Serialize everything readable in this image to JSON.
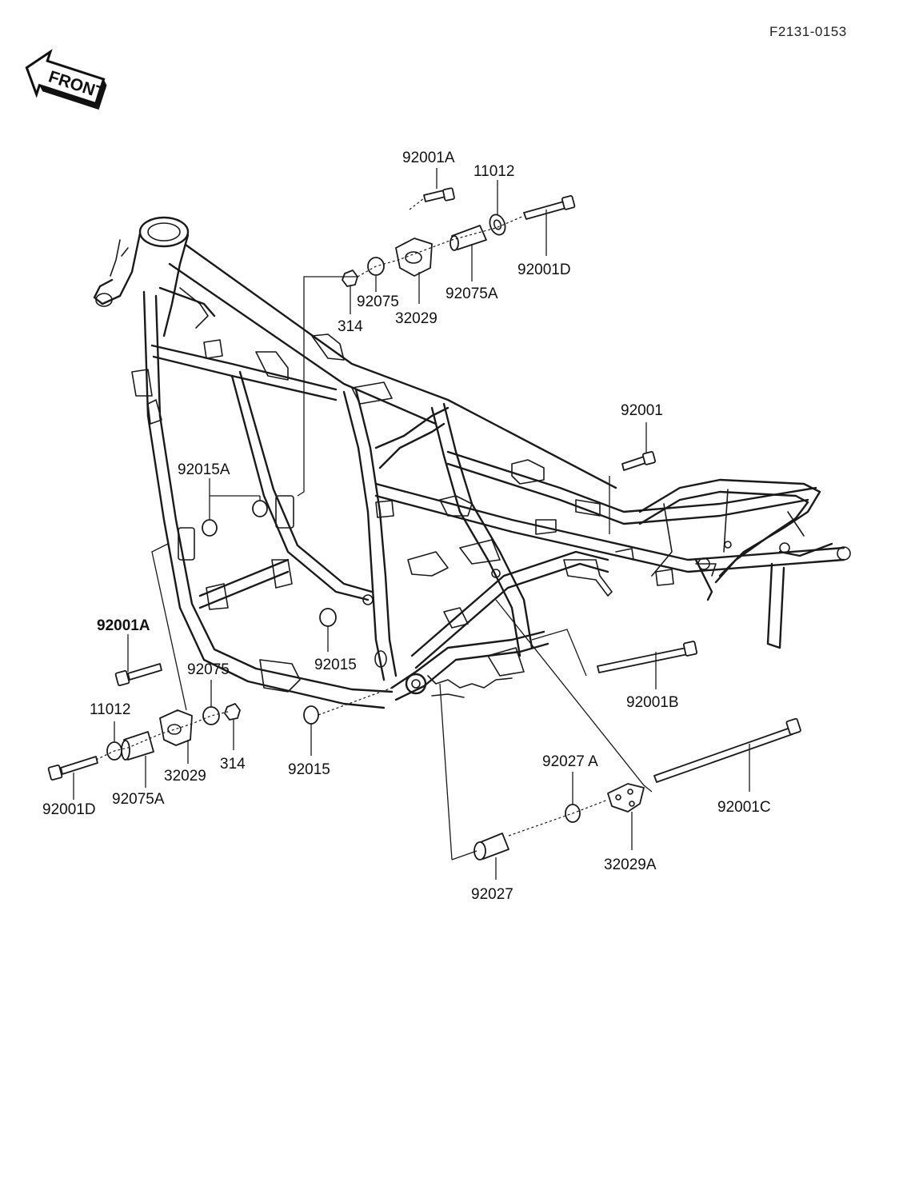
{
  "diagram": {
    "reference_code": "F2131-0153",
    "front_badge": "FRONT",
    "labels": {
      "top_92001A": "92001A",
      "top_11012": "11012",
      "top_92001D": "92001D",
      "top_92075A": "92075A",
      "top_92075": "92075",
      "top_32029": "32029",
      "top_314": "314",
      "right_92001": "92001",
      "mid_92015A": "92015A",
      "mid_92015_upper": "92015",
      "mid_92015_lower": "92015",
      "left_92001A": "92001A",
      "left_92075": "92075",
      "left_11012": "11012",
      "left_32029": "32029",
      "left_314": "314",
      "left_92001D": "92001D",
      "left_92075A": "92075A",
      "right_92001B": "92001B",
      "bottom_92027A": "92027 A",
      "bottom_92001C": "92001C",
      "bottom_32029A": "32029A",
      "bottom_92027": "92027"
    }
  }
}
